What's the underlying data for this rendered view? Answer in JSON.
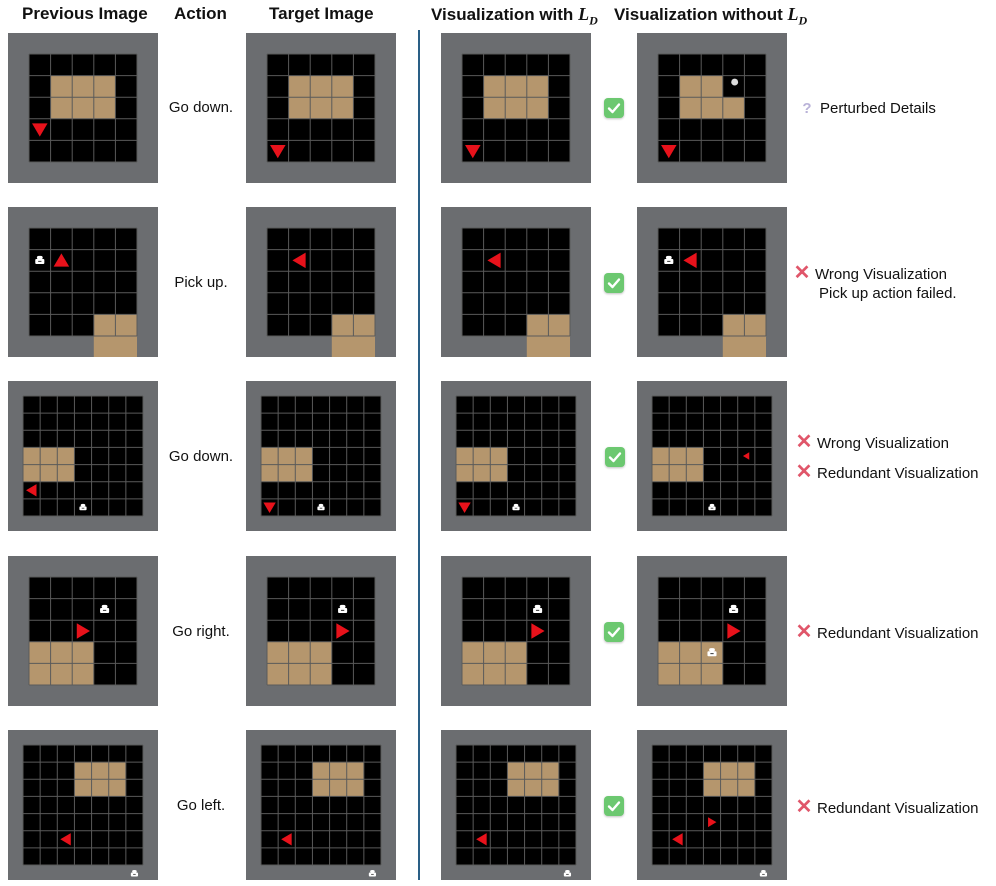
{
  "headers": {
    "previous": "Previous Image",
    "action": "Action",
    "target": "Target Image",
    "with_prefix": "Visualization with",
    "without_prefix": "Visualization without",
    "loss_symbol": "L",
    "loss_subscript": "D"
  },
  "colors": {
    "frame": "#6b6d70",
    "grid_bg": "#000000",
    "grid_line": "#5a5a5a",
    "box": "#b5966d",
    "agent": "#e8121b",
    "object": "#ffffff",
    "check": "#6cc870",
    "cross": "#e0566a",
    "question": "#b9b2d8",
    "divider": "#2a5f86"
  },
  "rows": [
    {
      "action": "Go down.",
      "check": "check-icon",
      "notes": [
        {
          "icon": "question-icon",
          "symbol": "?",
          "text": "Perturbed Details"
        }
      ]
    },
    {
      "action": "Pick up.",
      "check": "check-icon",
      "notes": [
        {
          "icon": "cross-icon",
          "symbol": "✕",
          "text": "Wrong Visualization"
        },
        {
          "icon": "",
          "symbol": "",
          "text": "Pick up action failed."
        }
      ]
    },
    {
      "action": "Go down.",
      "check": "check-icon",
      "notes": [
        {
          "icon": "cross-icon",
          "symbol": "✕",
          "text": "Wrong Visualization"
        },
        {
          "icon": "cross-icon",
          "symbol": "✕",
          "text": "Redundant Visualization"
        }
      ]
    },
    {
      "action": "Go right.",
      "check": "check-icon",
      "notes": [
        {
          "icon": "cross-icon",
          "symbol": "✕",
          "text": "Redundant Visualization"
        }
      ]
    },
    {
      "action": "Go left.",
      "check": "check-icon",
      "notes": [
        {
          "icon": "cross-icon",
          "symbol": "✕",
          "text": "Redundant Visualization"
        }
      ]
    }
  ]
}
